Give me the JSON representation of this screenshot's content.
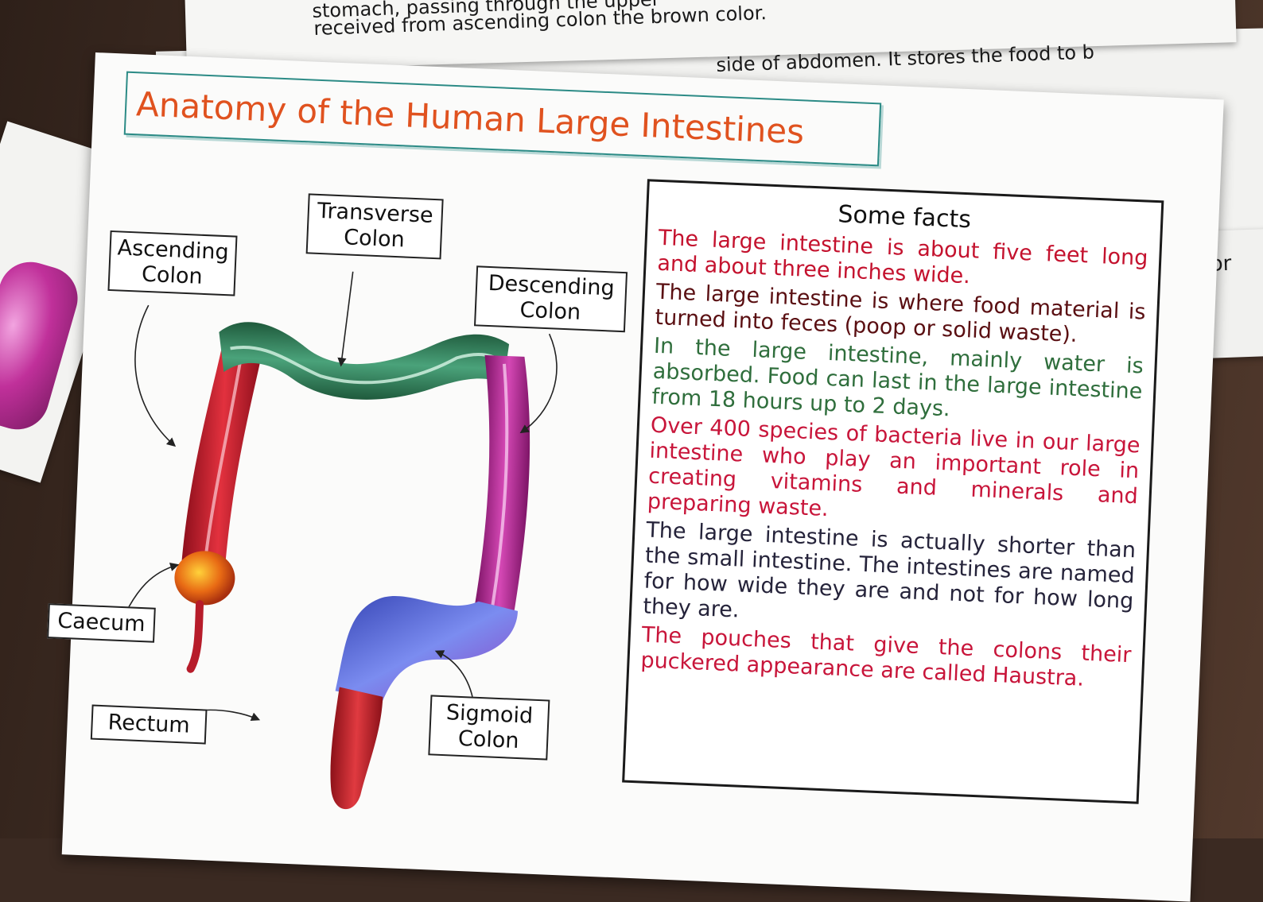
{
  "background_text": {
    "line1": "stomach, passing through the upper",
    "line2": "received from ascending colon the brown color.",
    "line3": "side of abdomen. It stores the food to b",
    "right": "for"
  },
  "poster": {
    "title": "Anatomy of the Human Large Intestines",
    "labels": {
      "transverse": "Transverse Colon",
      "ascending": "Ascending Colon",
      "descending": "Descending Colon",
      "caecum": "Caecum",
      "rectum": "Rectum",
      "sigmoid": "Sigmoid Colon"
    },
    "facts": {
      "heading": "Some facts",
      "items": [
        {
          "text": "The large intestine is about five feet long and about three inches wide.",
          "color": "#c4122e"
        },
        {
          "text": "The large intestine is where food material is turned into feces (poop or solid waste).",
          "color": "#5a0f12"
        },
        {
          "text": "In the large intestine, mainly water is absorbed. Food can last in the large intestine from 18 hours up to 2 days.",
          "color": "#2f6e3c"
        },
        {
          "text": "Over 400 species of bacteria live in our large intestine who play an important role in creating vitamins and minerals and preparing waste.",
          "color": "#c8153a"
        },
        {
          "text": "The large intestine is actually shorter than the small intestine. The intestines are named for how wide they are and not for how long they are.",
          "color": "#25233a"
        },
        {
          "text": "The pouches that give the colons their puckered appearance are called Haustra.",
          "color": "#c8153a"
        }
      ]
    }
  },
  "colors": {
    "title": "#e0521f",
    "title_border": "#2c8b86",
    "ascending": "#d0202e",
    "transverse": "#2f7a55",
    "descending": "#b02a8e",
    "sigmoid": "#5a6ae0",
    "rectum": "#c9252e",
    "caecum": "#f0a020"
  }
}
